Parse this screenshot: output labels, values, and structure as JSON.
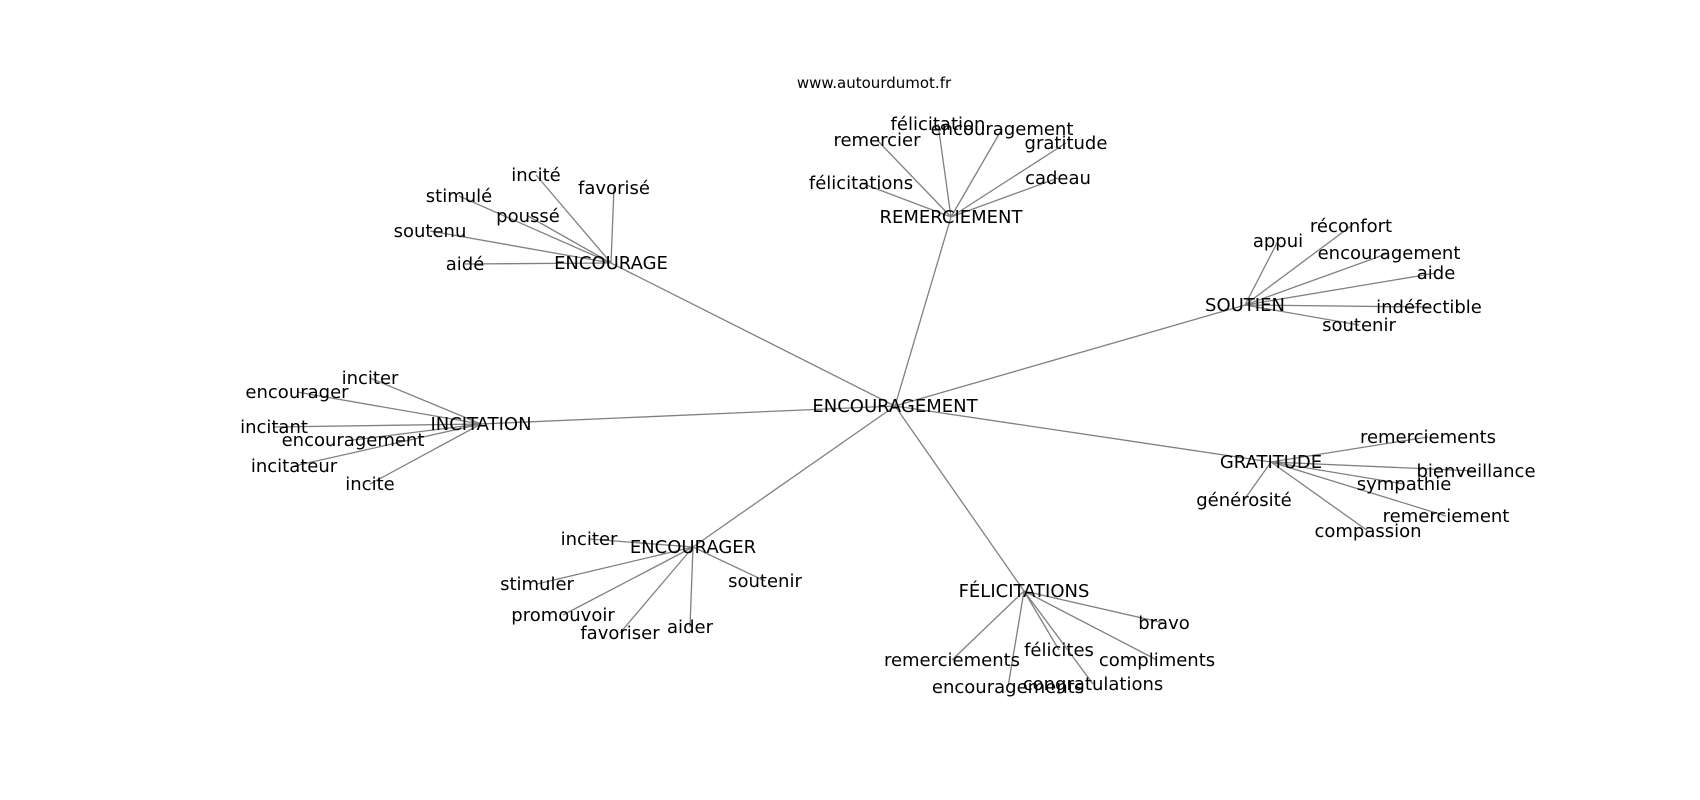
{
  "site_label": "www.autourdumot.fr",
  "graph": {
    "center": "ENCOURAGEMENT",
    "clusters": [
      {
        "label": "ENCOURAGE",
        "children": [
          "incité",
          "favorisé",
          "stimulé",
          "poussé",
          "soutenu",
          "aidé"
        ]
      },
      {
        "label": "REMERCIEMENT",
        "children": [
          "félicitation",
          "encouragement",
          "remercier",
          "gratitude",
          "félicitations",
          "cadeau"
        ]
      },
      {
        "label": "SOUTIEN",
        "children": [
          "réconfort",
          "appui",
          "encouragement",
          "aide",
          "indéfectible",
          "soutenir"
        ]
      },
      {
        "label": "INCITATION",
        "children": [
          "inciter",
          "encourager",
          "incitant",
          "encouragement",
          "incitateur",
          "incite"
        ]
      },
      {
        "label": "GRATITUDE",
        "children": [
          "remerciements",
          "bienveillance",
          "sympathie",
          "générosité",
          "remerciement",
          "compassion"
        ]
      },
      {
        "label": "ENCOURAGER",
        "children": [
          "inciter",
          "stimuler",
          "soutenir",
          "promouvoir",
          "aider",
          "favoriser"
        ]
      },
      {
        "label": "FÉLICITATIONS",
        "children": [
          "bravo",
          "remerciements",
          "félicites",
          "compliments",
          "congratulations",
          "encouragements"
        ]
      }
    ]
  }
}
